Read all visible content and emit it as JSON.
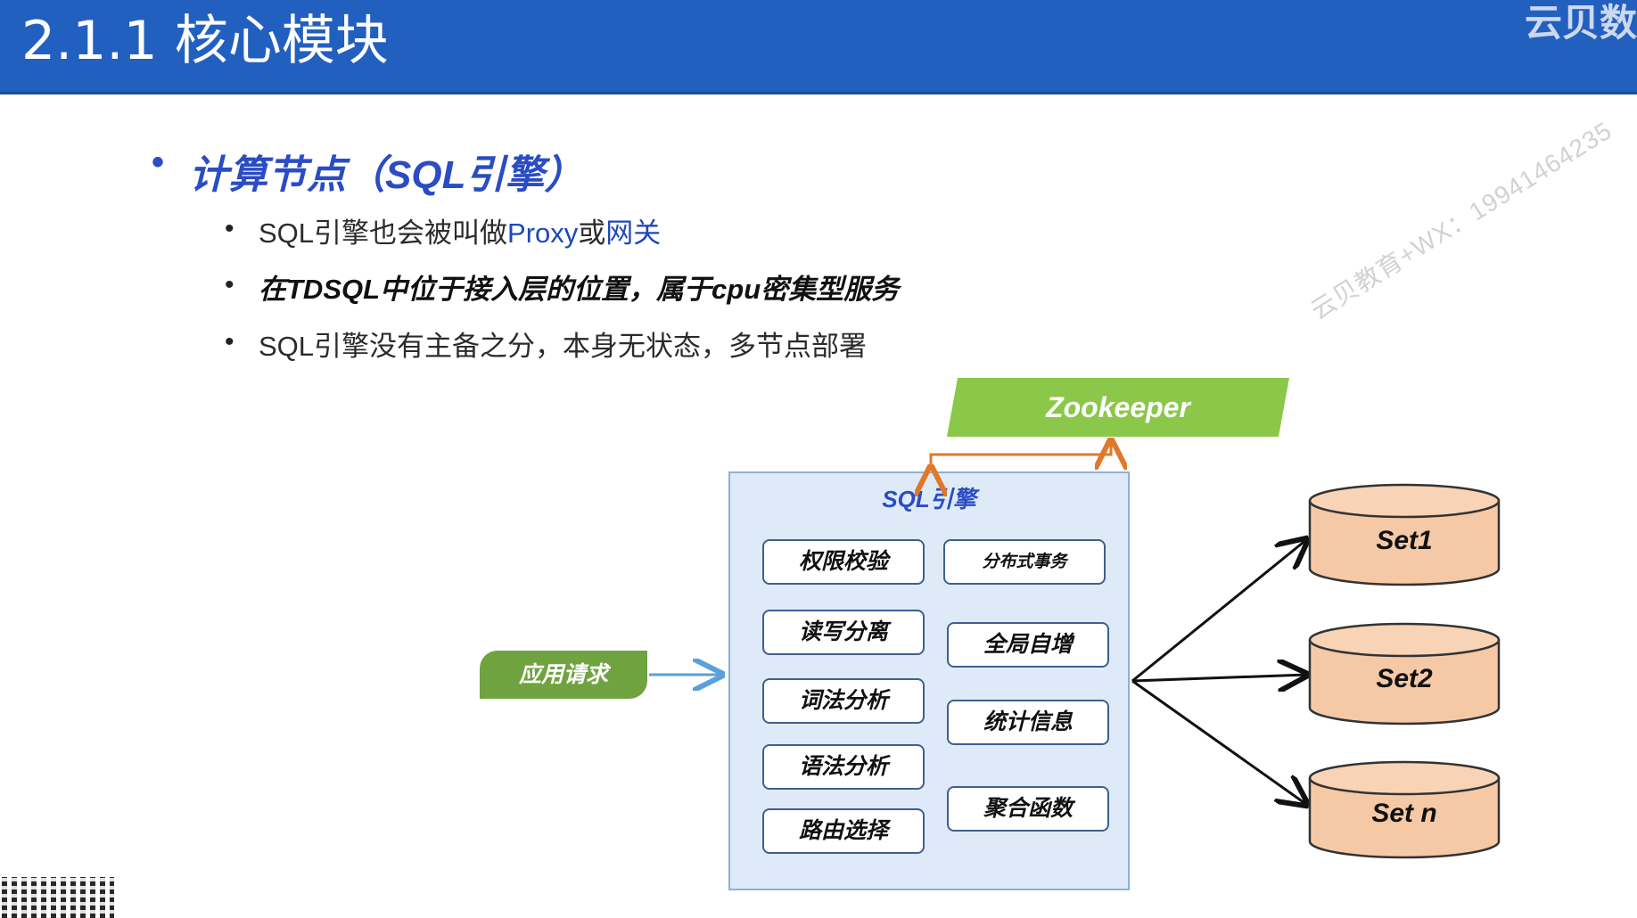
{
  "header": {
    "title": "2.1.1 核心模块",
    "brand": "云贝数"
  },
  "watermark": "云贝教育+WX：19941464235",
  "section": {
    "bullet": "•",
    "title": "计算节点（SQL引擎）"
  },
  "bullets": {
    "line1_a": "SQL引擎也会被叫做",
    "line1_b": "Proxy",
    "line1_c": "或",
    "line1_d": "网关",
    "line2": "在TDSQL中位于接入层的位置，属于cpu密集型服务",
    "line3": "SQL引擎没有主备之分，本身无状态，多节点部署"
  },
  "diagram": {
    "zookeeper": "Zookeeper",
    "engine_title": "SQL引擎",
    "app_request": "应用请求",
    "left_modules": [
      "权限校验",
      "读写分离",
      "词法分析",
      "语法分析",
      "路由选择"
    ],
    "right_modules": [
      "分布式事务",
      "全局自增",
      "统计信息",
      "聚合函数"
    ],
    "sets": [
      "Set1",
      "Set2",
      "Set n"
    ]
  },
  "colors": {
    "header": "#2260c0",
    "title_blue": "#2a4cc4",
    "zookeeper_green": "#8bc84a",
    "app_green": "#6fa33f",
    "engine_fill": "#deeaf7",
    "db_fill": "#f6c9a6",
    "arrow_orange": "#e0782a",
    "arrow_blue": "#5aa0dc"
  }
}
